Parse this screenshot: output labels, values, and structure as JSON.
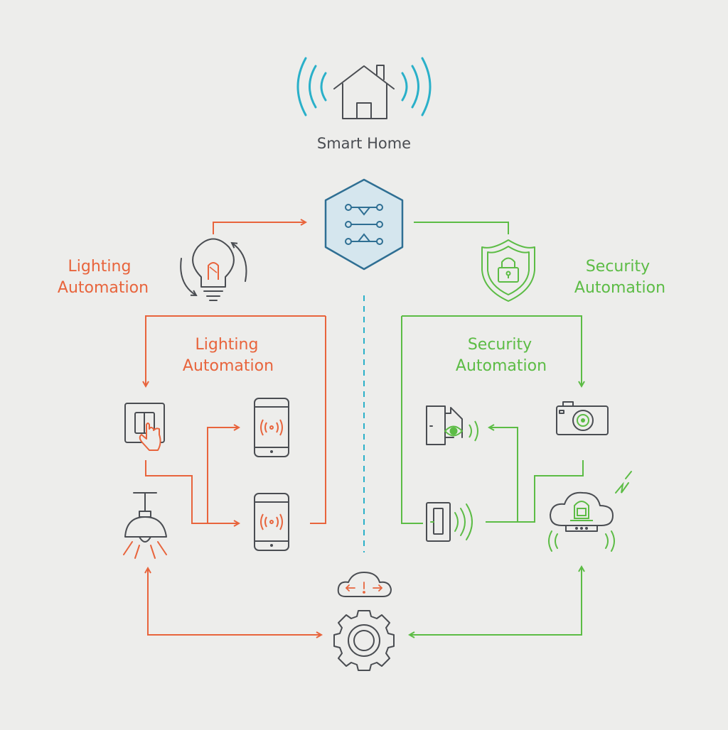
{
  "title": "Smart Home",
  "lighting": {
    "label_line1": "Lighting",
    "label_line2": "Automation",
    "sub_label_line1": "Lighting",
    "sub_label_line2": "Automation"
  },
  "security": {
    "label_line1": "Security",
    "label_line2": "Automation",
    "sub_label_line1": "Security",
    "sub_label_line2": "Automation"
  },
  "colors": {
    "lighting": "#e8643c",
    "security": "#5cbc45",
    "wifi": "#2ab0c9",
    "hub_fill": "#d5e6ee",
    "hub_stroke": "#2f6f93",
    "icon": "#4a4d52",
    "background": "#ededeb"
  },
  "icons": [
    "house-icon",
    "wifi-waves-icon",
    "hub-hexagon-icon",
    "lightbulb-icon",
    "shield-lock-icon",
    "light-switch-icon",
    "smartphone-icon",
    "pendant-lamp-icon",
    "door-sensor-icon",
    "camera-icon",
    "motion-sensor-icon",
    "cloud-alarm-icon",
    "cloud-sync-icon",
    "gear-icon"
  ]
}
